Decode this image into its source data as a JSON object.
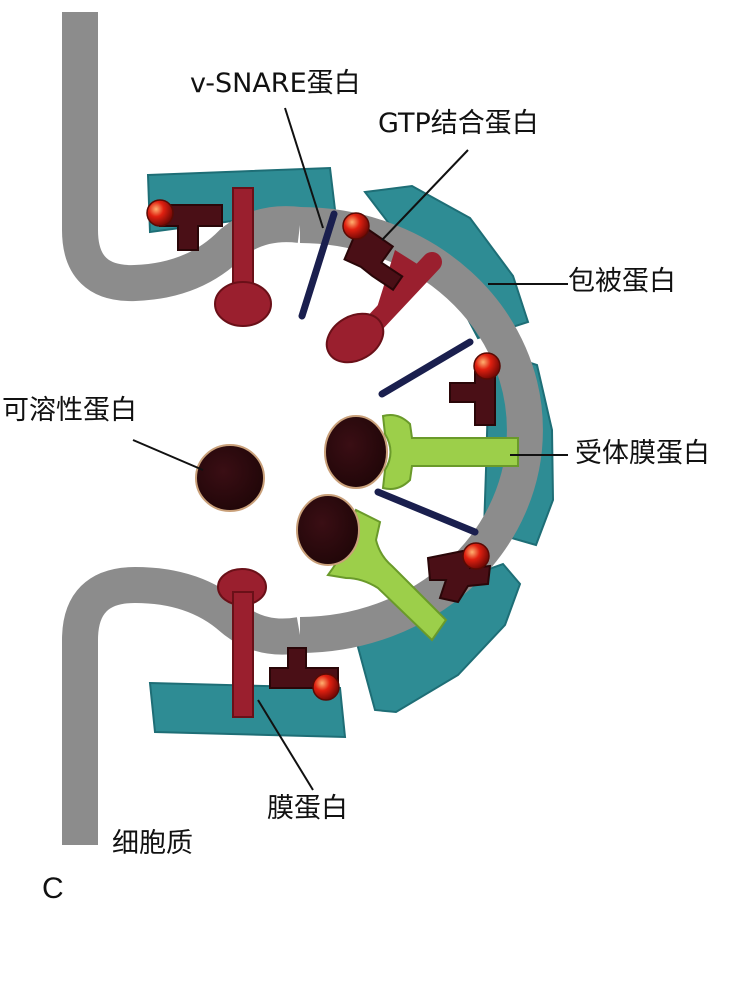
{
  "figure": {
    "panel_letter": "C",
    "labels": {
      "v_snare": "v-SNARE蛋白",
      "gtp_binding": "GTP结合蛋白",
      "coat": "包被蛋白",
      "soluble": "可溶性蛋白",
      "receptor": "受体膜蛋白",
      "membrane": "膜蛋白",
      "cytoplasm": "细胞质"
    },
    "colors": {
      "membrane_gray": "#8c8c8c",
      "coat_teal": "#2e8c94",
      "coat_teal_dark": "#1e6e76",
      "protein_maroon": "#9a1f2e",
      "gtp_brown": "#4a0f16",
      "gtp_ball": "#e02010",
      "snare_navy": "#1a1f4e",
      "receptor_green": "#9ccf4a",
      "soluble_dark": "#2a0a0e"
    }
  }
}
